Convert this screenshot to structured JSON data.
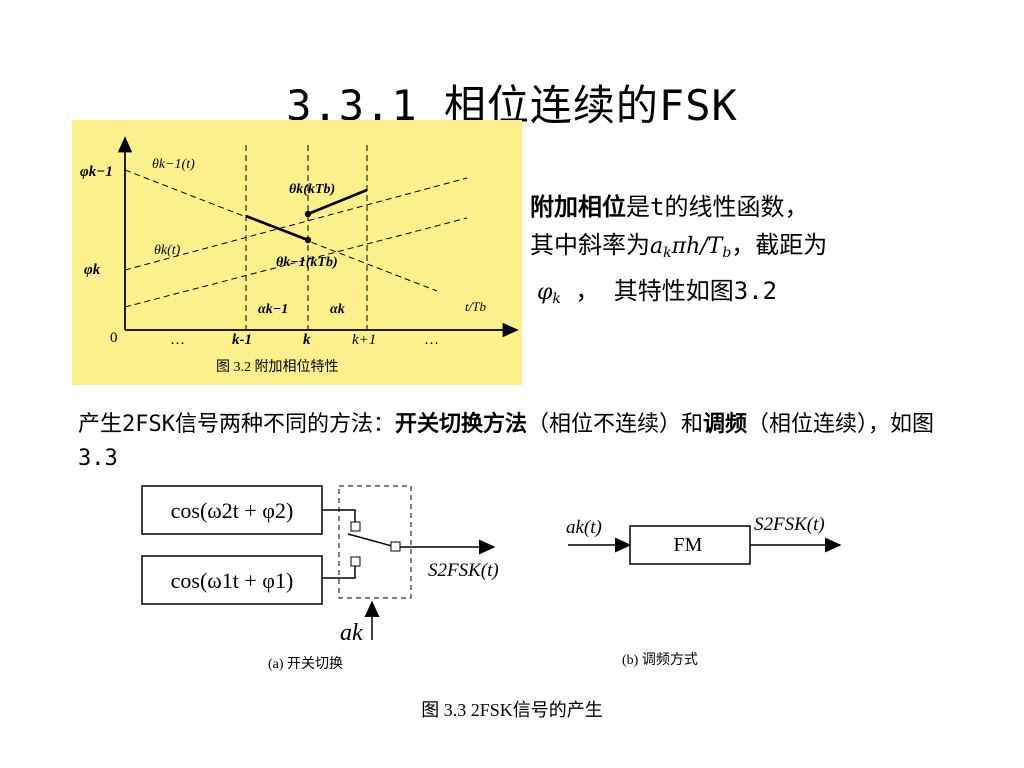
{
  "title": "3.3.1 相位连续的FSK",
  "fig32": {
    "y_top_label": "φk−1",
    "y_mid_label": "φk",
    "theta_prev_label": "θk−1(t)",
    "theta_k_label": "θk(t)",
    "theta_kTb_label": "θk(kTb)",
    "theta_prev_kTb_label": "θk−1(kTb)",
    "alpha_prev": "αk−1",
    "alpha_k": "αk",
    "x_axis_label": "t/Tb",
    "origin": "0",
    "ticks": [
      "…",
      "k-1",
      "k",
      "k+1",
      "…"
    ],
    "caption": "图 3.2 附加相位特性"
  },
  "side": {
    "bold_part": "附加相位",
    "line1_rest": "是t的线性函数，",
    "line2_prefix": "其中斜率为",
    "slope_a": "a",
    "slope_k": "k",
    "slope_rest": "πh/T",
    "slope_b": "b",
    "line2_suffix": "，截距为",
    "phi": "φ",
    "phi_k": "k",
    "line3_suffix": " ， 其特性如图3.2"
  },
  "para": {
    "p1": "产生2FSK信号两种不同的方法：",
    "b1": "开关切换方法",
    "p2": "（相位不连续）和",
    "b2": "调频",
    "p3": "（相位连续），如图3.3"
  },
  "fig33": {
    "cos2": "cos(ω2t + φ2)",
    "cos1": "cos(ω1t + φ1)",
    "s2fsk_a": "S2FSK(t)",
    "ak": "ak",
    "caption_a": "(a)   开关切换",
    "input_b": "ak(t)",
    "fm": "FM",
    "s2fsk_b": "S2FSK(t)",
    "caption_b": "(b)   调频方式",
    "caption_main": "图 3.3 2FSK信号的产生"
  }
}
